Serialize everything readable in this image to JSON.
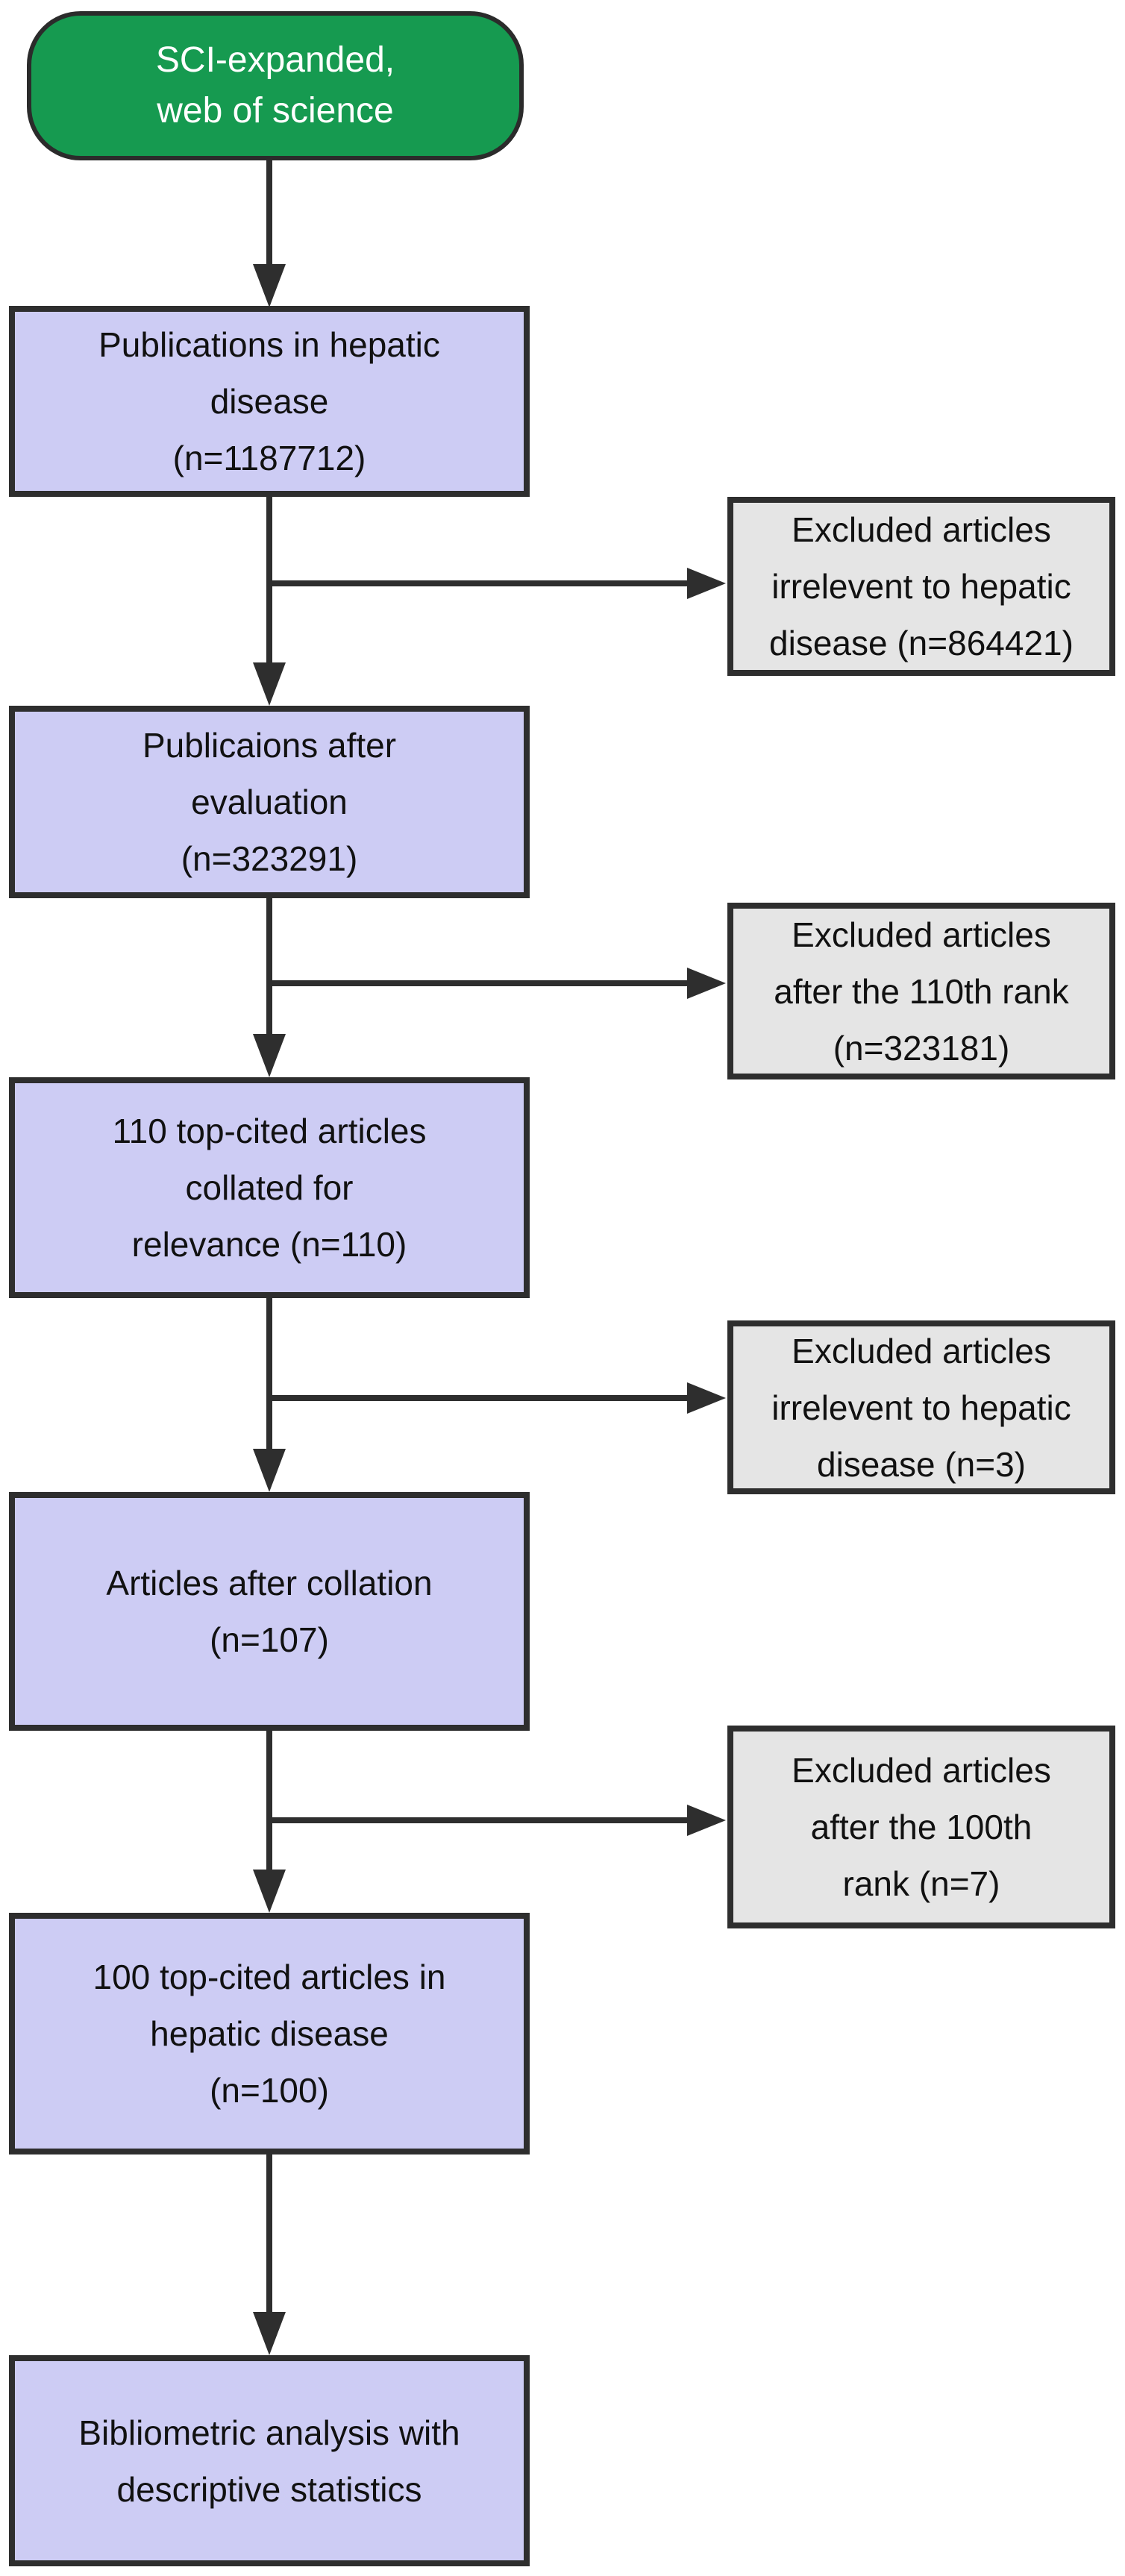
{
  "figure": {
    "type": "flowchart",
    "description": "Article selection flow diagram"
  },
  "colors": {
    "start_fill": "#169a50",
    "start_text": "#ffffff",
    "process_fill": "#cdccf4",
    "excluded_fill": "#e5e5e5",
    "outline": "#2e2e2e",
    "text": "#111111"
  },
  "start": {
    "lines": [
      "SCI-expanded,",
      "web of science"
    ]
  },
  "process": [
    {
      "lines": [
        "Publications in hepatic",
        "disease",
        "(n=1187712)"
      ]
    },
    {
      "lines": [
        "Publicaions after",
        "evaluation",
        "(n=323291)"
      ]
    },
    {
      "lines": [
        "110 top-cited articles",
        "collated for",
        "relevance (n=110)"
      ]
    },
    {
      "lines": [
        "Articles after collation",
        "(n=107)"
      ]
    },
    {
      "lines": [
        "100 top-cited articles in",
        "hepatic disease",
        "(n=100)"
      ]
    },
    {
      "lines": [
        "Bibliometric analysis with",
        "descriptive statistics"
      ]
    }
  ],
  "excluded": [
    {
      "lines": [
        "Excluded articles",
        "irrelevent to hepatic",
        "disease (n=864421)"
      ]
    },
    {
      "lines": [
        "Excluded articles",
        "after the 110th rank",
        "(n=323181)"
      ]
    },
    {
      "lines": [
        "Excluded articles",
        "irrelevent to hepatic",
        "disease (n=3)"
      ]
    },
    {
      "lines": [
        "Excluded articles",
        "after the 100th",
        "rank (n=7)"
      ]
    }
  ]
}
